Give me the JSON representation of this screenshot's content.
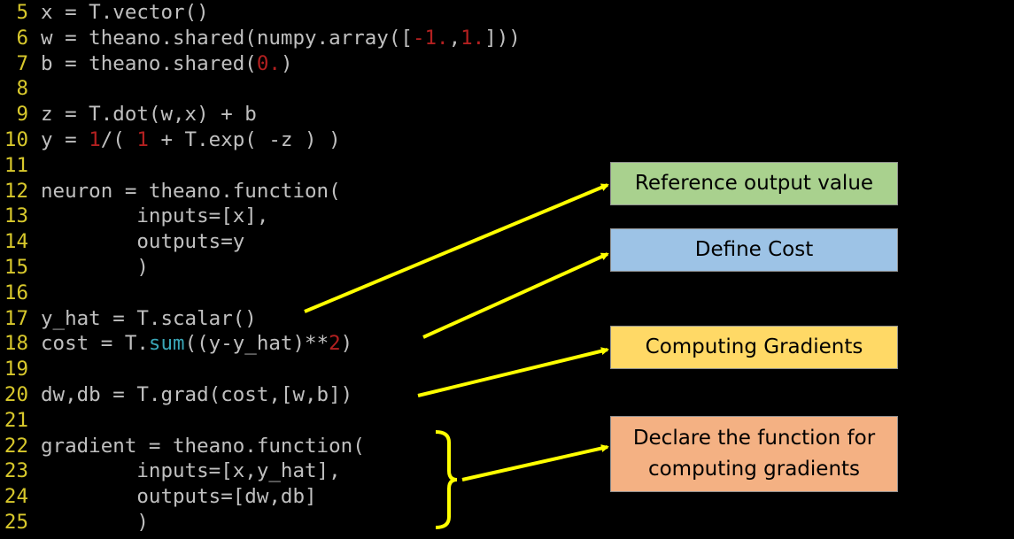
{
  "code_lines": [
    {
      "n": "5",
      "tokens": [
        {
          "t": "x = T.vector()",
          "k": "plain"
        }
      ]
    },
    {
      "n": "6",
      "tokens": [
        {
          "t": "w = theano.shared(numpy.array([",
          "k": "plain"
        },
        {
          "t": "-1.",
          "k": "num"
        },
        {
          "t": ",",
          "k": "plain"
        },
        {
          "t": "1.",
          "k": "num"
        },
        {
          "t": "]))",
          "k": "plain"
        }
      ]
    },
    {
      "n": "7",
      "tokens": [
        {
          "t": "b = theano.shared(",
          "k": "plain"
        },
        {
          "t": "0.",
          "k": "num"
        },
        {
          "t": ")",
          "k": "plain"
        }
      ]
    },
    {
      "n": "8",
      "tokens": []
    },
    {
      "n": "9",
      "tokens": [
        {
          "t": "z = T.dot(w,x) + b",
          "k": "plain"
        }
      ]
    },
    {
      "n": "10",
      "tokens": [
        {
          "t": "y = ",
          "k": "plain"
        },
        {
          "t": "1",
          "k": "num"
        },
        {
          "t": "/( ",
          "k": "plain"
        },
        {
          "t": "1",
          "k": "num"
        },
        {
          "t": " + T.exp( -z ) )",
          "k": "plain"
        }
      ]
    },
    {
      "n": "11",
      "tokens": []
    },
    {
      "n": "12",
      "tokens": [
        {
          "t": "neuron = theano.function(",
          "k": "plain"
        }
      ]
    },
    {
      "n": "13",
      "tokens": [
        {
          "t": "        inputs=[x],",
          "k": "plain"
        }
      ]
    },
    {
      "n": "14",
      "tokens": [
        {
          "t": "        outputs=y",
          "k": "plain"
        }
      ]
    },
    {
      "n": "15",
      "tokens": [
        {
          "t": "        )",
          "k": "plain"
        }
      ]
    },
    {
      "n": "16",
      "tokens": []
    },
    {
      "n": "17",
      "tokens": [
        {
          "t": "y_hat = T.scalar()",
          "k": "plain"
        }
      ]
    },
    {
      "n": "18",
      "tokens": [
        {
          "t": "cost = T.",
          "k": "plain"
        },
        {
          "t": "sum",
          "k": "fn"
        },
        {
          "t": "((y-y_hat)**",
          "k": "plain"
        },
        {
          "t": "2",
          "k": "num"
        },
        {
          "t": ")",
          "k": "plain"
        }
      ]
    },
    {
      "n": "19",
      "tokens": []
    },
    {
      "n": "20",
      "tokens": [
        {
          "t": "dw,db = T.grad(cost,[w,b])",
          "k": "plain"
        }
      ]
    },
    {
      "n": "21",
      "tokens": []
    },
    {
      "n": "22",
      "tokens": [
        {
          "t": "gradient = theano.function(",
          "k": "plain"
        }
      ]
    },
    {
      "n": "23",
      "tokens": [
        {
          "t": "        inputs=[x,y_hat],",
          "k": "plain"
        }
      ]
    },
    {
      "n": "24",
      "tokens": [
        {
          "t": "        outputs=[dw,db]",
          "k": "plain"
        }
      ]
    },
    {
      "n": "25",
      "tokens": [
        {
          "t": "        )",
          "k": "plain"
        }
      ]
    }
  ],
  "annotations": {
    "reference": {
      "label": "Reference output value",
      "color": "#a9d18e"
    },
    "define_cost": {
      "label": "Define Cost",
      "color": "#9dc3e6"
    },
    "computing_gradients": {
      "label": "Computing Gradients",
      "color": "#ffd966"
    },
    "declare_function": {
      "label": "Declare the function for\ncomputing gradients",
      "color": "#f4b183"
    }
  },
  "colors": {
    "background": "#000000",
    "code_text": "#c0c0c0",
    "line_number": "#d8c82c",
    "numeric_literal": "#b32020",
    "builtin_function": "#3aa7b8",
    "arrow": "#ffff00"
  }
}
